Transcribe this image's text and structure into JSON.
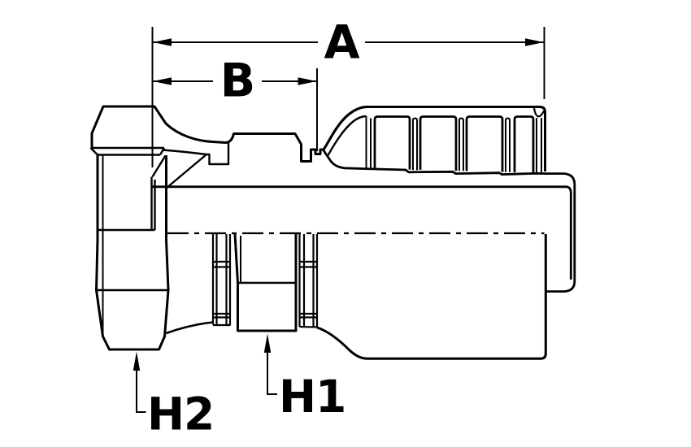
{
  "page": {
    "background": "#ffffff",
    "ink": "#000000"
  },
  "drawing": {
    "kind": "technical drawing of a crimp-style hydraulic hose fitting with female swivel hex nut, side view with section",
    "labels": {
      "dim_a": "A",
      "dim_b": "B",
      "hex_h1": "H1",
      "hex_h2": "H2"
    }
  }
}
